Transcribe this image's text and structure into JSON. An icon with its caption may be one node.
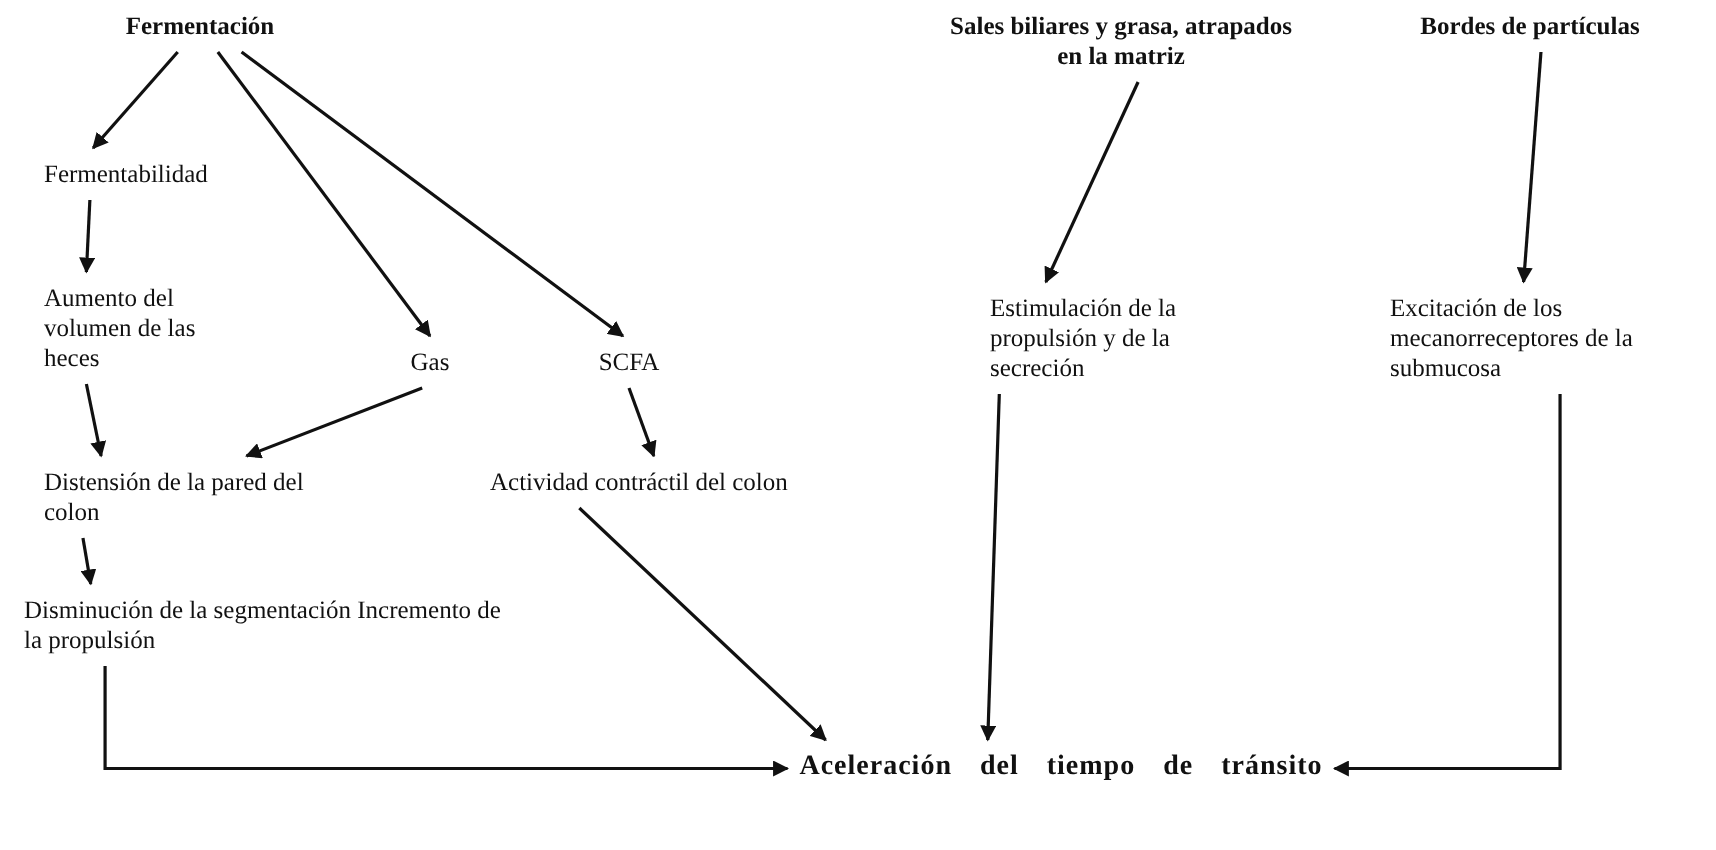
{
  "diagram": {
    "nodes": [
      {
        "text": [
          "Fermentación"
        ]
      },
      {
        "text": [
          "Fermentabilidad"
        ]
      },
      {
        "text": [
          "Aumento del volumen de las heces"
        ]
      },
      {
        "text": [
          "Gas"
        ]
      },
      {
        "text": [
          "SCFA"
        ]
      },
      {
        "text": [
          "Distensión de la pared del colon"
        ]
      },
      {
        "text": [
          "Actividad contráctil del colon"
        ]
      },
      {
        "text": [
          "Disminución de la segmentación Incremento de la propulsión"
        ]
      },
      {
        "text": [
          "Sales biliares y grasa, atrapados en la matriz"
        ]
      },
      {
        "text": [
          "Bordes de partículas"
        ]
      },
      {
        "text": [
          "Estimulación de la propulsión y de la secreción"
        ]
      },
      {
        "text": [
          "Excitación de los mecanorreceptores de la submucosa"
        ]
      },
      {
        "text": [
          "Aceleración del tiempo de tránsito"
        ]
      }
    ],
    "edges": [
      {
        "from": 0,
        "to": 1,
        "arrow": "to"
      },
      {
        "from": 0,
        "to": 3,
        "arrow": "to"
      },
      {
        "from": 0,
        "to": 4,
        "arrow": "to"
      },
      {
        "from": 1,
        "to": 2,
        "arrow": "to"
      },
      {
        "from": 2,
        "to": 5,
        "arrow": "to"
      },
      {
        "from": 3,
        "to": 5,
        "arrow": "to"
      },
      {
        "from": 4,
        "to": 6,
        "arrow": "to"
      },
      {
        "from": 5,
        "to": 7,
        "arrow": "to"
      },
      {
        "from": 7,
        "to": 12,
        "arrow": "to"
      },
      {
        "from": 6,
        "to": 12,
        "arrow": "to"
      },
      {
        "from": 8,
        "to": 10,
        "arrow": "to"
      },
      {
        "from": 10,
        "to": 12,
        "arrow": "to"
      },
      {
        "from": 9,
        "to": 11,
        "arrow": "to"
      },
      {
        "from": 11,
        "to": 12,
        "arrow": "to"
      }
    ]
  }
}
